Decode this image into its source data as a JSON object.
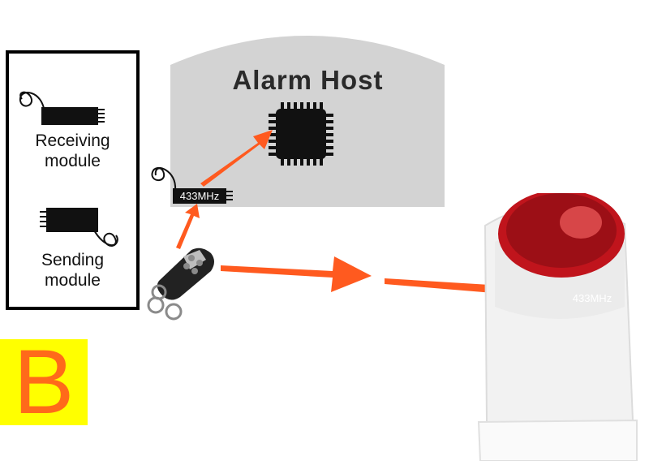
{
  "host": {
    "title": "Alarm Host"
  },
  "modules": {
    "receiving_label_1": "Receiving",
    "receiving_label_2": "module",
    "sending_label_1": "Sending",
    "sending_label_2": "module"
  },
  "radio": {
    "frequency": "433MHz"
  },
  "siren": {
    "frequency": "433MHz"
  },
  "badge": {
    "letter": "B"
  },
  "colors": {
    "arrow": "#ff5a1f",
    "badge_bg": "#ffff00",
    "badge_fg": "#ff6a1a",
    "host_panel": "#d3d3d3",
    "siren_lens": "#c0141c"
  },
  "icons": [
    "antenna-icon",
    "chip-icon",
    "remote-keyfob-icon",
    "siren-icon",
    "arrow-icon"
  ]
}
